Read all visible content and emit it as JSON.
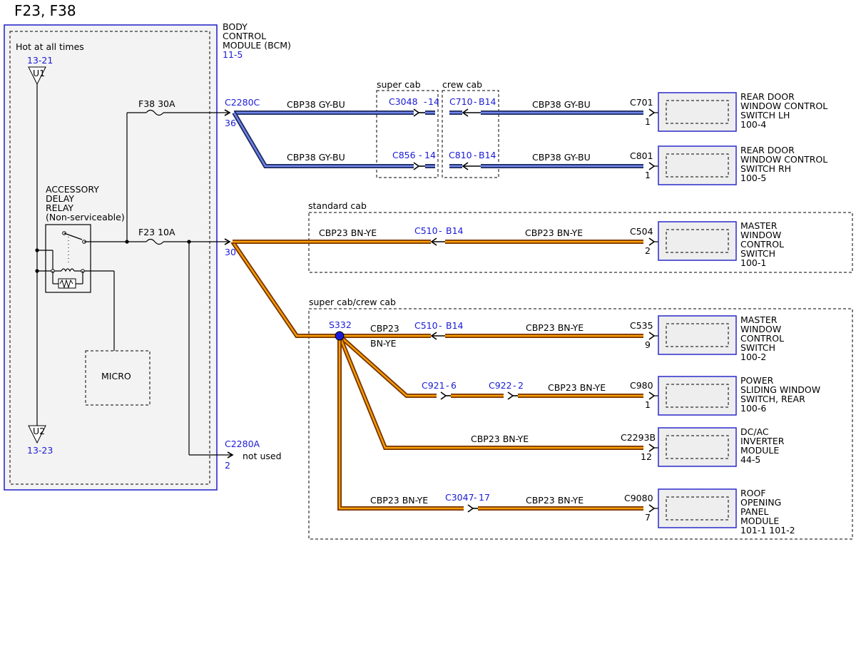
{
  "title": "F23, F38",
  "bcm": {
    "name_lines": [
      "BODY",
      "CONTROL",
      "MODULE (BCM)"
    ],
    "ref": "11-5",
    "hot_label": "Hot at all times",
    "u1_ref": "13-21",
    "u1_label": "U1",
    "u2_label": "U2",
    "u2_ref": "13-23",
    "relay_lines": [
      "ACCESSORY",
      "DELAY",
      "RELAY",
      "(Non-serviceable)"
    ],
    "micro_label": "MICRO",
    "fuse_f38": "F38  30A",
    "fuse_f23": "F23  10A",
    "conn_c": "C2280C",
    "pin_c": "36",
    "pin_30": "30",
    "conn_a": "C2280A",
    "pin_a": "2",
    "not_used": "not used"
  },
  "groups": {
    "super_cab": "super cab",
    "crew_cab": "crew cab",
    "standard_cab": "standard cab",
    "super_crew_cab": "super cab/crew cab"
  },
  "splice": "S332",
  "wires": {
    "cbp38": "CBP38  GY-BU",
    "cbp23": "CBP23  BN-YE",
    "cbp23_short": "CBP23",
    "bnye": "BN-YE"
  },
  "connectors": {
    "c3048": "C3048",
    "c3048_pin": "14",
    "c710": "C710",
    "c710_pin": "B14",
    "c856": "C856",
    "c856_pin": "14",
    "c810": "C810",
    "c810_pin": "B14",
    "c510": "C510",
    "c510_pin": "B14",
    "c510b": "C510",
    "c510b_pin": "B14",
    "c921": "C921",
    "c921_pin": "6",
    "c922": "C922",
    "c922_pin": "2",
    "c3047": "C3047",
    "c3047_pin": "17"
  },
  "devices": [
    {
      "conn": "C701",
      "pin": "1",
      "lines": [
        "REAR DOOR",
        "WINDOW CONTROL",
        "SWITCH LH"
      ],
      "ref": "100-4"
    },
    {
      "conn": "C801",
      "pin": "1",
      "lines": [
        "REAR DOOR",
        "WINDOW CONTROL",
        "SWITCH RH"
      ],
      "ref": "100-5"
    },
    {
      "conn": "C504",
      "pin": "2",
      "lines": [
        "MASTER",
        "WINDOW",
        "CONTROL",
        "SWITCH"
      ],
      "ref": "100-1"
    },
    {
      "conn": "C535",
      "pin": "9",
      "lines": [
        "MASTER",
        "WINDOW",
        "CONTROL",
        "SWITCH"
      ],
      "ref": "100-2"
    },
    {
      "conn": "C980",
      "pin": "1",
      "lines": [
        "POWER",
        "SLIDING WINDOW",
        "SWITCH, REAR"
      ],
      "ref": "100-6"
    },
    {
      "conn": "C2293B",
      "pin": "12",
      "lines": [
        "DC/AC",
        "INVERTER",
        "MODULE"
      ],
      "ref": "44-5"
    },
    {
      "conn": "C9080",
      "pin": "7",
      "lines": [
        "ROOF",
        "OPENING",
        "PANEL",
        "MODULE"
      ],
      "ref": "101-1 101-2"
    }
  ],
  "colors": {
    "gy_bu_outer": "#1f2a5c",
    "gy_bu_inner": "#6f86ec",
    "bn_ye_outer": "#7a3200",
    "bn_ye_inner": "#f5a000",
    "label_blue": "#1a1ad8",
    "module_border": "#2a2acb"
  }
}
